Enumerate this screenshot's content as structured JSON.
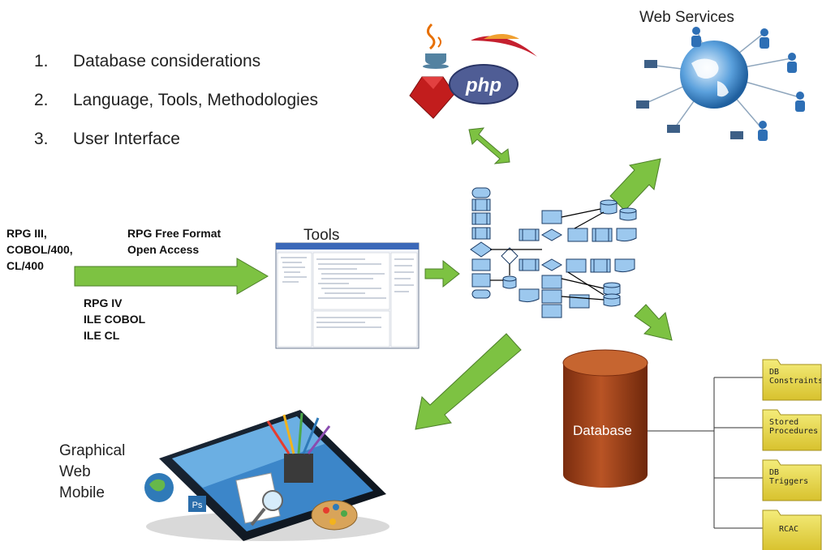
{
  "list": [
    {
      "num": "1.",
      "text": "Database considerations"
    },
    {
      "num": "2.",
      "text": "Language, Tools, Methodologies"
    },
    {
      "num": "3.",
      "text": "User Interface"
    }
  ],
  "legacy": [
    "RPG III,",
    "COBOL/400,",
    "CL/400"
  ],
  "free_format": [
    "RPG Free Format",
    "Open Access"
  ],
  "ile": [
    "RPG IV",
    "ILE COBOL",
    "ILE CL"
  ],
  "tools_label": "Tools",
  "web_services_label": "Web Services",
  "graphical_labels": [
    "Graphical",
    "Web",
    "Mobile"
  ],
  "database_label": "Database",
  "php_label": "php",
  "folders": [
    {
      "line1": "DB",
      "line2": "Constraints"
    },
    {
      "line1": "Stored",
      "line2": "Procedures"
    },
    {
      "line1": "DB",
      "line2": "Triggers"
    },
    {
      "line1": "RCAC",
      "line2": ""
    }
  ],
  "colors": {
    "arrow_green": "#7dc242",
    "db_red": "#a8431a",
    "flow_blue": "#9cc8ee",
    "folder_yellow": "#e8d84a"
  }
}
